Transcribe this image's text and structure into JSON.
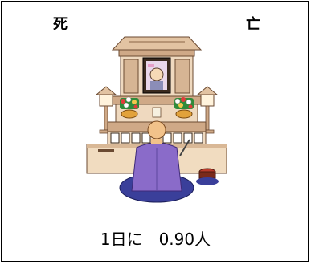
{
  "title": {
    "left": "死",
    "right": "亡"
  },
  "illustration": {
    "icon": "funeral-altar-priest-illustration"
  },
  "stat": {
    "text": "1日に　0.90人"
  }
}
